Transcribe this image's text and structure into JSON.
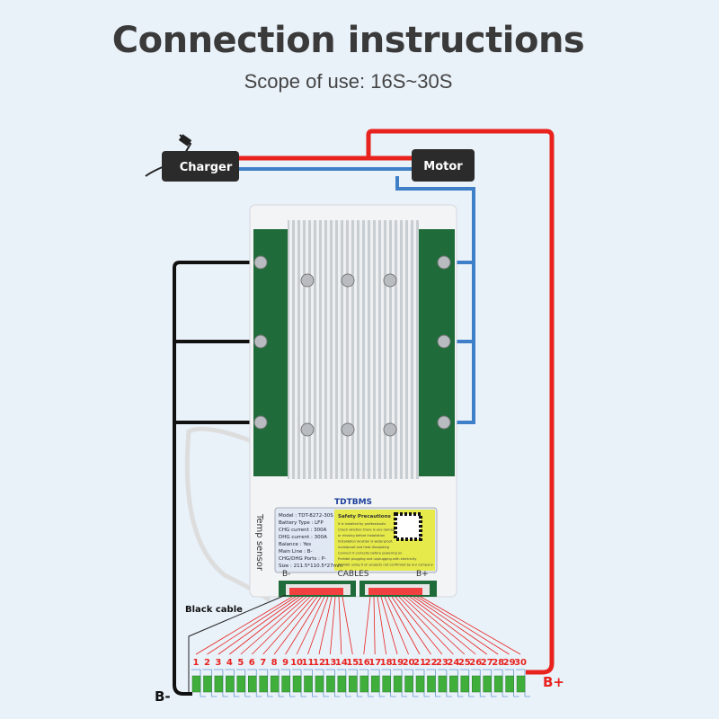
{
  "header": {
    "title": "Connection instructions",
    "subtitle": "Scope of use: 16S~30S"
  },
  "devices": {
    "charger": "Charger",
    "motor": "Motor"
  },
  "labels": {
    "temp_sensor": "Temp sensor",
    "black_cable": "Black cable",
    "b_minus": "B-",
    "b_plus": "B+"
  },
  "board": {
    "brand": "TDTBMS",
    "cables": "CABLES",
    "b_minus": "B-",
    "b_plus": "B+",
    "spec_lines": [
      "Model : TDT-8272-30S",
      "Battery Type : LFP",
      "CHG current : 300A",
      "DHG current : 300A",
      "Balance : Yes",
      "Main Line : B-",
      "CHG/DHG Ports : P-",
      "Size : 211.5*110.5*27mm"
    ],
    "safety_title": "Safety Precautions",
    "safety_lines": [
      "It is installed by professionals",
      "Check whether there is any damage",
      "or missing before installation",
      "Installation location is waterproof,",
      "moistproof and heat dissipating",
      "Connect it correctly before powering on",
      "Prohibit plugging and unplugging with electricity",
      "Prohibit using it on projects not confirmed by our company"
    ]
  },
  "cells": [
    "1",
    "2",
    "3",
    "4",
    "5",
    "6",
    "7",
    "8",
    "9",
    "10",
    "11",
    "12",
    "13",
    "14",
    "15",
    "16",
    "17",
    "18",
    "19",
    "20",
    "21",
    "22",
    "23",
    "24",
    "25",
    "26",
    "27",
    "28",
    "29",
    "30"
  ],
  "colors": {
    "positive_wire": "#e8231e",
    "negative_wire": "#111111",
    "signal_wire": "#3f7fc8",
    "cell": "#3fae3a",
    "pcb": "#1f6b3a"
  }
}
